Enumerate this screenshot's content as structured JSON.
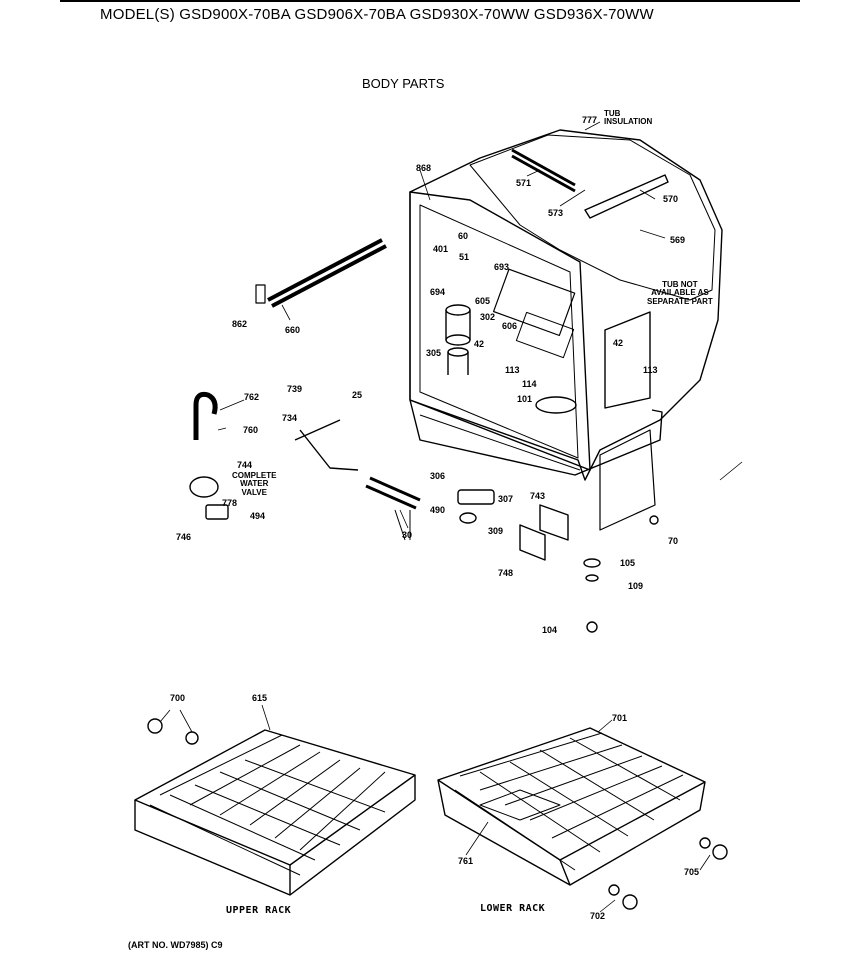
{
  "header": {
    "models": "MODEL(S) GSD900X-70BA  GSD906X-70BA  GSD930X-70WW  GSD936X-70WW"
  },
  "section_title": "BODY PARTS",
  "notes": {
    "tub_insulation": "TUB\nINSULATION",
    "tub_not_available": "TUB NOT\nAVAILABLE AS\nSEPARATE PART",
    "complete_water_valve": "COMPLETE\nWATER\nVALVE"
  },
  "part_labels": {
    "p777": "777",
    "p868": "868",
    "p571": "571",
    "p573": "573",
    "p570": "570",
    "p569": "569",
    "p60": "60",
    "p401": "401",
    "p51": "51",
    "p693": "693",
    "p694": "694",
    "p605": "605",
    "p302": "302",
    "p606": "606",
    "p42a": "42",
    "p305": "305",
    "p113a": "113",
    "p114": "114",
    "p101": "101",
    "p42b": "42",
    "p113b": "113",
    "p862": "862",
    "p660": "660",
    "p762": "762",
    "p760": "760",
    "p739": "739",
    "p734": "734",
    "p25": "25",
    "p744": "744",
    "p778": "778",
    "p494": "494",
    "p746": "746",
    "p306": "306",
    "p307": "307",
    "p743": "743",
    "p490": "490",
    "p309": "309",
    "p30": "30",
    "p748": "748",
    "p70": "70",
    "p105": "105",
    "p109": "109",
    "p104": "104",
    "p700": "700",
    "p615": "615",
    "p701": "701",
    "p761": "761",
    "p705": "705",
    "p702": "702"
  },
  "captions": {
    "upper_rack": "UPPER RACK",
    "lower_rack": "LOWER RACK"
  },
  "art_number": "(ART NO. WD7985) C9"
}
